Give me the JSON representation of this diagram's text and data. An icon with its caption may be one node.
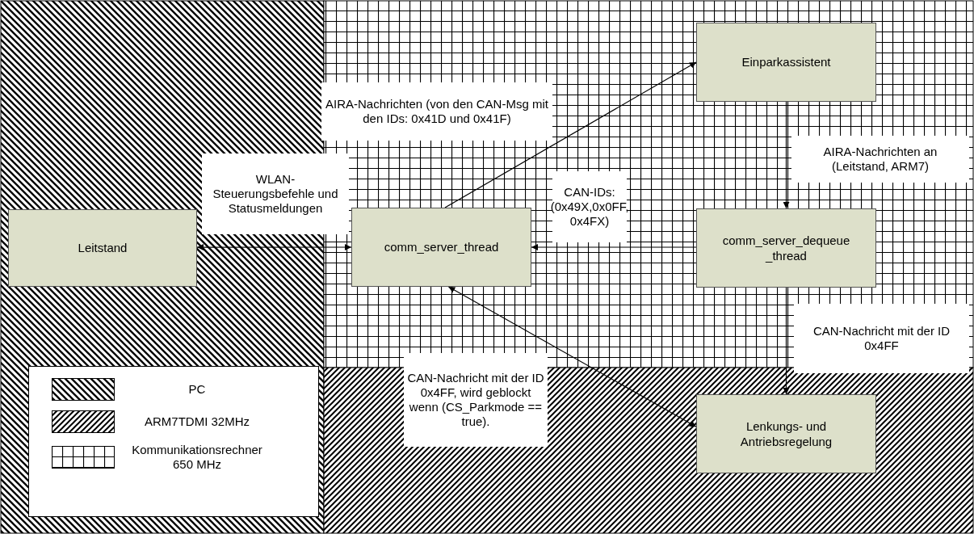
{
  "diagram": {
    "nodes": [
      {
        "text": [
          "Leitstand"
        ]
      },
      {
        "text": [
          "comm_server_thread"
        ]
      },
      {
        "text": [
          "Einparkassistent"
        ]
      },
      {
        "text": [
          "comm_server_dequeue _thread"
        ]
      },
      {
        "text": [
          "Lenkungs- und Antriebsregelung"
        ]
      }
    ],
    "edges": [
      {
        "from": 0,
        "to": 1,
        "arrow": "both",
        "label": "WLAN- Steuerungsbefehle und Statusmeldungen"
      },
      {
        "from": 1,
        "to": 2,
        "arrow": "to",
        "label": "AIRA-Nachrichten (von den CAN-Msg mit den IDs: 0x41D und 0x41F)"
      },
      {
        "from": 2,
        "to": 3,
        "arrow": "to",
        "label": "AIRA-Nachrichten an (Leitstand, ARM7)"
      },
      {
        "from": 3,
        "to": 1,
        "arrow": "to",
        "label": "CAN-IDs: (0x49X,0x0FF, 0x4FX)"
      },
      {
        "from": 3,
        "to": 4,
        "arrow": "to",
        "label": "CAN-Nachricht mit der ID 0x4FF"
      },
      {
        "from": 1,
        "to": 4,
        "arrow": "both",
        "label": "CAN-Nachricht mit der ID 0x4FF, wird geblockt wenn (CS_Parkmode == true)."
      }
    ],
    "legend": [
      {
        "text": "PC"
      },
      {
        "text": "ARM7TDMI 32MHz"
      },
      {
        "text": "Kommunikationsrechner 650 MHz"
      }
    ]
  }
}
